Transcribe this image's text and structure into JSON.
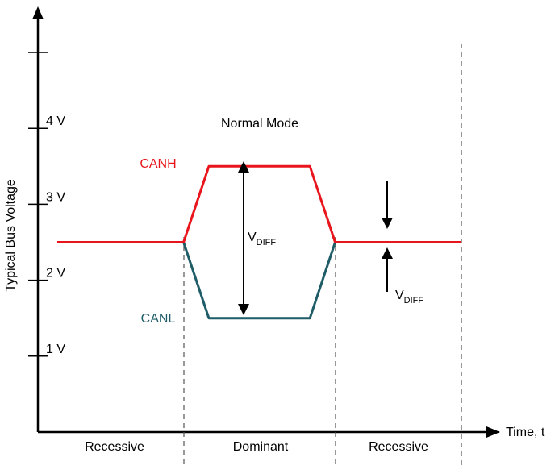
{
  "chart_data": {
    "type": "line",
    "title": "Normal Mode",
    "xlabel": "Time, t",
    "ylabel": "Typical Bus Voltage",
    "y_ticks": [
      {
        "value": 1,
        "label": "1 V"
      },
      {
        "value": 2,
        "label": "2 V"
      },
      {
        "value": 3,
        "label": "3 V"
      },
      {
        "value": 4,
        "label": "4 V"
      },
      {
        "value": 5,
        "label": ""
      }
    ],
    "ylim": [
      0,
      5.5
    ],
    "regions": [
      "Recessive",
      "Dominant",
      "Recessive"
    ],
    "series": [
      {
        "name": "CANH",
        "color": "#e8161c",
        "points": [
          [
            0,
            2.5
          ],
          [
            1.0,
            2.5
          ],
          [
            1.2,
            3.5
          ],
          [
            2.0,
            3.5
          ],
          [
            2.2,
            2.5
          ],
          [
            3.2,
            2.5
          ]
        ]
      },
      {
        "name": "CANL",
        "color": "#1e5c68",
        "points": [
          [
            0,
            2.5
          ],
          [
            1.0,
            2.5
          ],
          [
            1.2,
            1.5
          ],
          [
            2.0,
            1.5
          ],
          [
            2.2,
            2.5
          ],
          [
            3.2,
            2.5
          ]
        ]
      }
    ],
    "annotations": {
      "vdiff_dominant": {
        "main": "V",
        "sub": "DIFF"
      },
      "vdiff_recessive": {
        "main": "V",
        "sub": "DIFF"
      }
    },
    "grid": false
  }
}
